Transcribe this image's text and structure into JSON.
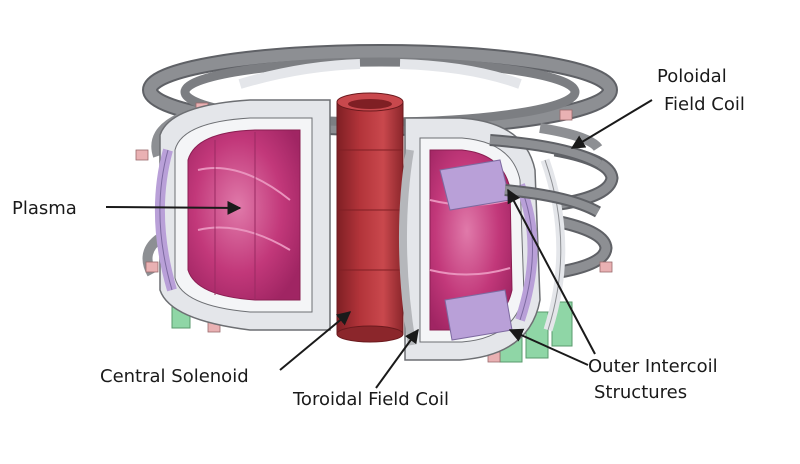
{
  "labels": {
    "poloidal_line1": "Poloidal",
    "poloidal_line2": "Field Coil",
    "plasma": "Plasma",
    "central_solenoid": "Central Solenoid",
    "toroidal_field_coil": "Toroidal Field Coil",
    "outer_intercoil_line1": "Outer Intercoil",
    "outer_intercoil_line2": "Structures"
  },
  "colors": {
    "background": "#ffffff",
    "coil_gray": "#8d8f93",
    "coil_gray_dark": "#5f6166",
    "tf_coil_light": "#e4e6ea",
    "plasma_magenta": "#c2387a",
    "plasma_light": "#d9609a",
    "solenoid_red": "#b3343a",
    "solenoid_dark": "#7f1f24",
    "intercoil_lavender": "#b9a0d8",
    "support_green": "#8fd6a6",
    "pad_pink": "#e9b1b3",
    "text": "#1a1a1a"
  }
}
